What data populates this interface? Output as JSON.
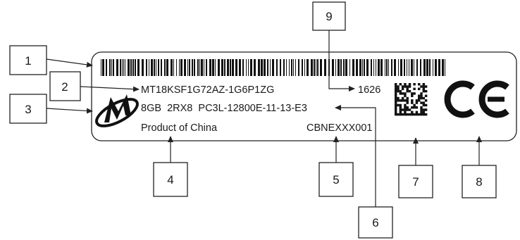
{
  "label": {
    "part_number": "MT18KSF1G72AZ-1G6P1ZG",
    "spec": "8GB  2RX8  PC3L-12800E-11-13-E3",
    "origin": "Product of China",
    "date_code": "1626",
    "serial": "CBNEXXX001",
    "logo": "micron-logo",
    "barcode": "linear-barcode",
    "matrix_code": "data-matrix-code",
    "certification_mark": "CE"
  },
  "callouts": [
    {
      "number": "1",
      "target": "barcode"
    },
    {
      "number": "2",
      "target": "part_number"
    },
    {
      "number": "3",
      "target": "logo"
    },
    {
      "number": "4",
      "target": "origin"
    },
    {
      "number": "5",
      "target": "serial"
    },
    {
      "number": "6",
      "target": "spec"
    },
    {
      "number": "7",
      "target": "matrix_code"
    },
    {
      "number": "8",
      "target": "certification_mark"
    },
    {
      "number": "9",
      "target": "date_code"
    }
  ]
}
